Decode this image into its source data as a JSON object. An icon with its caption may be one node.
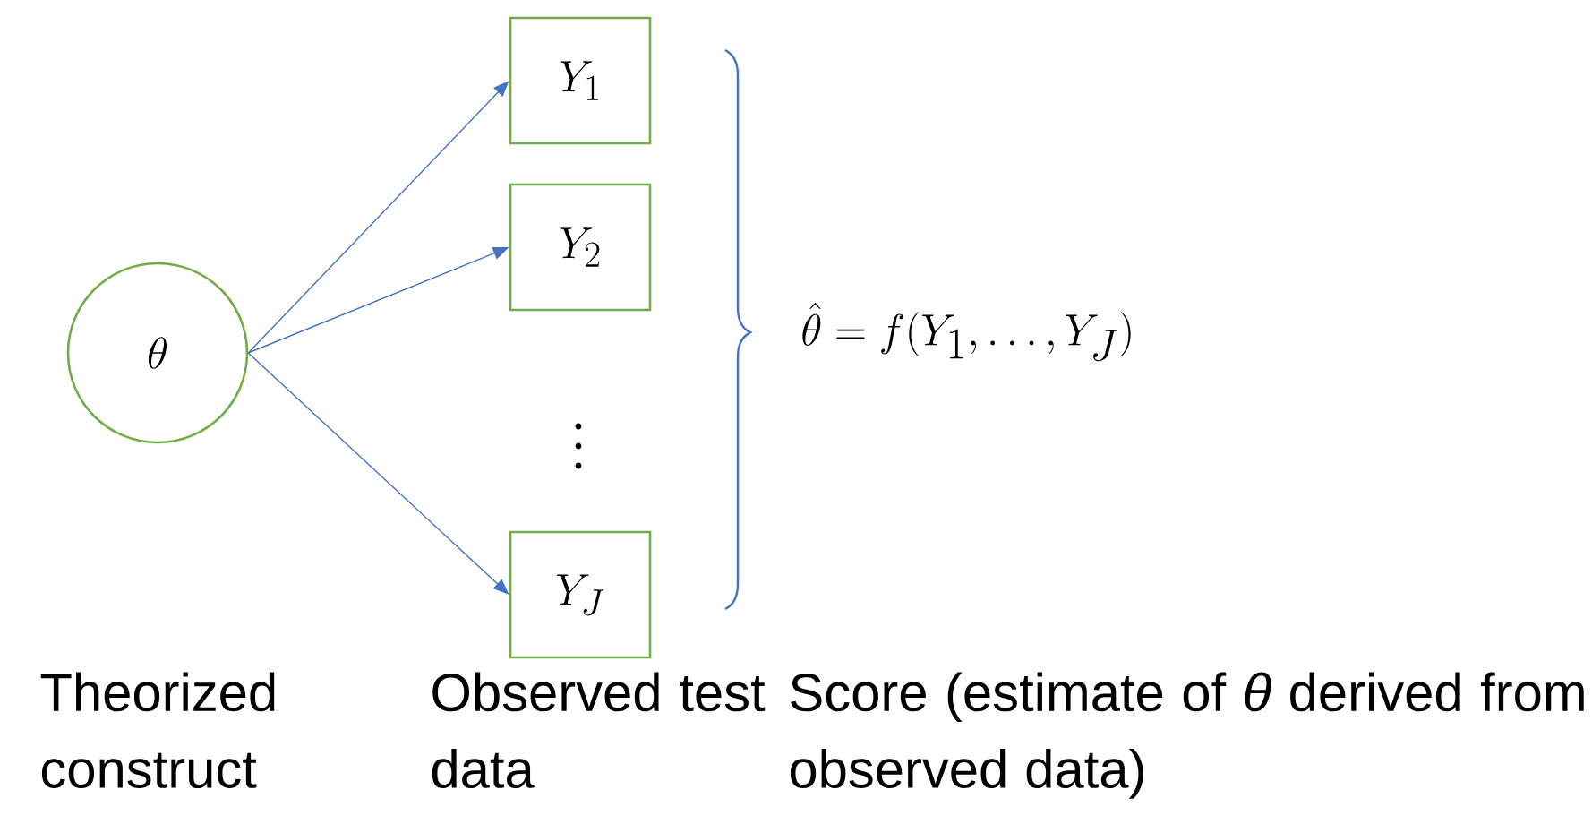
{
  "diagram": {
    "nodes": [
      {
        "text": [
          "\\theta"
        ]
      },
      {
        "text": [
          "Y_1"
        ]
      },
      {
        "text": [
          "Y_2"
        ]
      },
      {
        "text": [
          "Y_J"
        ]
      }
    ],
    "edges": [
      {
        "from": 0,
        "to": 1,
        "arrow": "to"
      },
      {
        "from": 0,
        "to": 2,
        "arrow": "to"
      },
      {
        "from": 0,
        "to": 3,
        "arrow": "to"
      }
    ],
    "labels": [
      "\\hat{\\theta} = f(Y_1, \\ldots, Y_J)",
      "Theorized construct",
      "Observed test data",
      "Score (estimate of *θ* derived from observed data)"
    ]
  }
}
